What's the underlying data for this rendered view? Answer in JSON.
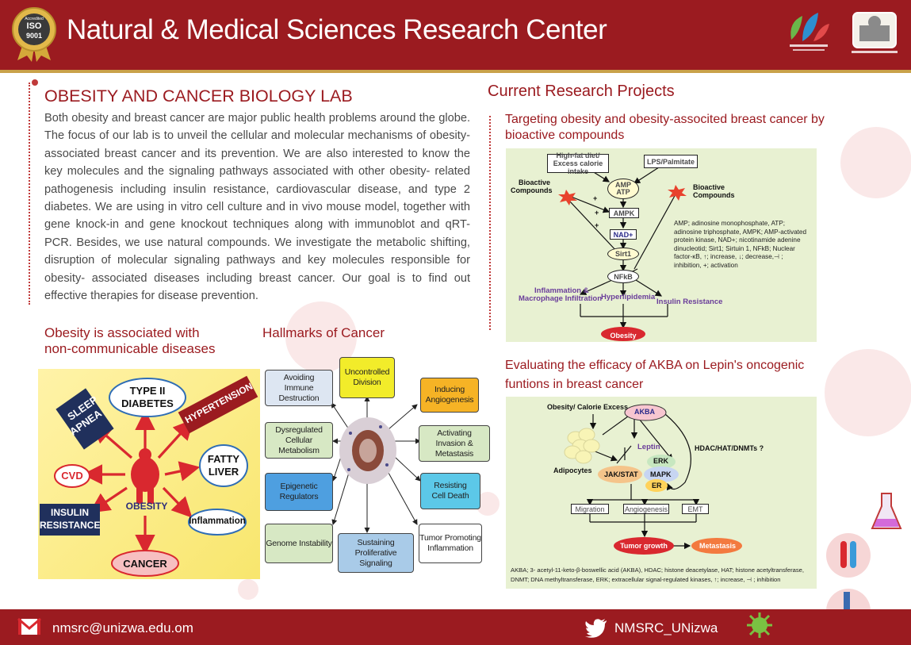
{
  "header": {
    "title": "Natural & Medical Sciences Research Center",
    "badge_top": "Accredited",
    "badge_main": "ISO",
    "badge_num": "9001"
  },
  "lab": {
    "title": "OBESITY AND CANCER BIOLOGY LAB",
    "description": "Both obesity and breast cancer are major public health problems around the globe. The focus of our lab is to unveil the cellular and molecular mechanisms of obesity-associated breast cancer and its prevention. We are also interested to know the key molecules and the signaling pathways associated with other obesity- related pathogenesis including insulin resistance, cardiovascular disease, and type 2 diabetes. We are using in vitro cell culture and in vivo mouse model, together with gene knock-in and gene knockout techniques along with immunoblot and qRT-PCR. Besides, we use natural compounds. We investigate the metabolic shifting, disruption of molecular signaling pathways and key molecules responsible for obesity- associated diseases including breast cancer. Our goal is to find out effective therapies for disease prevention."
  },
  "obesity_section": {
    "title_line1": "Obesity is associated with",
    "title_line2": "non-communicable diseases",
    "center": "OBESITY",
    "items": {
      "diabetes_1": "TYPE II",
      "diabetes_2": "DIABETES",
      "sleep_1": "SLEEP",
      "sleep_2": "APNEA",
      "hypertension": "HYPERTENSION",
      "cvd": "CVD",
      "fatty_1": "FATTY",
      "fatty_2": "LIVER",
      "insulin_1": "INSULIN",
      "insulin_2": "RESISTANCE",
      "inflammation": "Inflammation",
      "cancer": "CANCER"
    }
  },
  "hallmarks": {
    "title": "Hallmarks of Cancer",
    "boxes": {
      "immune_1": "Avoiding",
      "immune_2": "Immune Destruction",
      "division_1": "Uncontrolled",
      "division_2": "Division",
      "angio_1": "Inducing",
      "angio_2": "Angiogenesis",
      "metab_1": "Dysregulated",
      "metab_2": "Cellular Metabolism",
      "invasion_1": "Activating",
      "invasion_2": "Invasion & Metastasis",
      "epi_1": "Epigenetic",
      "epi_2": "Regulators",
      "death_1": "Resisting",
      "death_2": "Cell Death",
      "genome": "Genome Instability",
      "prolif_1": "Sustaining Proliferative",
      "prolif_2": "Signaling",
      "tumor_1": "Tumor Promoting",
      "tumor_2": "Inflammation"
    }
  },
  "projects": {
    "title": "Current Research Projects",
    "p1": {
      "title_line1": "Targeting obesity and obesity-associted breast  cancer by",
      "title_line2": "bioactive compounds",
      "hfd_1": "High-fat diet/",
      "hfd_2": "Excess calorie intake",
      "lps": "LPS/Palmitate",
      "bioactive_left_1": "Bioactive",
      "bioactive_left_2": "Compounds",
      "bioactive_right_1": "Bioactive",
      "bioactive_right_2": "Compounds",
      "amp": "AMP",
      "atp": "ATP",
      "ampk": "AMPK",
      "nad": "NAD+",
      "sirt1": "Sirt1",
      "nfkb": "NFkB",
      "inflam_1": "Inflammation &",
      "inflam_2": "Macrophage Infiltration",
      "hyper": "Hyperlipidemia",
      "insulin": "Insulin Resistance",
      "obesity": "Obesity",
      "plus": "+",
      "legend": "AMP; adinosine monophosphate, ATP; adinosine triphosphate, AMPK; AMP-activated protein kinase, NAD+; nicotinamide adenine dinucleotid; Sirt1; Sirtuin 1, NFkB; Nuclear factor-κB, ↑; increase, ↓; decrease,⊣ ; inhibition, +; activation"
    },
    "p2": {
      "title_line1": "Evaluating the efficacy of AKBA on Lepin's oncogenic",
      "title_line2": "funtions in  breast cancer",
      "obesity": "Obesity/ Calorie Excess",
      "akba": "AKBA",
      "leptin": "Leptin",
      "hdac": "HDAC/HAT/DNMTs ?",
      "adipocytes": "Adipocytes",
      "erk": "ERK",
      "jak": "JAK/STAT",
      "mapk": "MAPK",
      "er": "ER",
      "migration": "Migration",
      "angiogenesis": "Angiogenesis",
      "emt": "EMT",
      "tumor": "Tumor growth",
      "metastasis": "Metastasis",
      "legend_1": "AKBA; 3- acetyl-11-keto-β-boswellic acid (AKBA), HDAC; histone deacetylase, HAT; histone acetyltransferase,",
      "legend_2": "DNMT; DNA methyltransferase, ERK; extracellular signal-regulated kinases, ↑; increase, ⊣ ; inhibition"
    }
  },
  "footer": {
    "email": "nmsrc@unizwa.edu.om",
    "twitter": "NMSRC_UNizwa"
  },
  "colors": {
    "brand_red": "#9b1b20",
    "gold": "#c9a24a",
    "panel_green": "#e8f1d2"
  },
  "icons": [
    "iso-badge-icon",
    "nmsrc-logo-icon",
    "university-logo-icon",
    "mail-icon",
    "twitter-icon",
    "test-tube-icon",
    "microscope-icon",
    "virus-icon",
    "flask-icon"
  ]
}
